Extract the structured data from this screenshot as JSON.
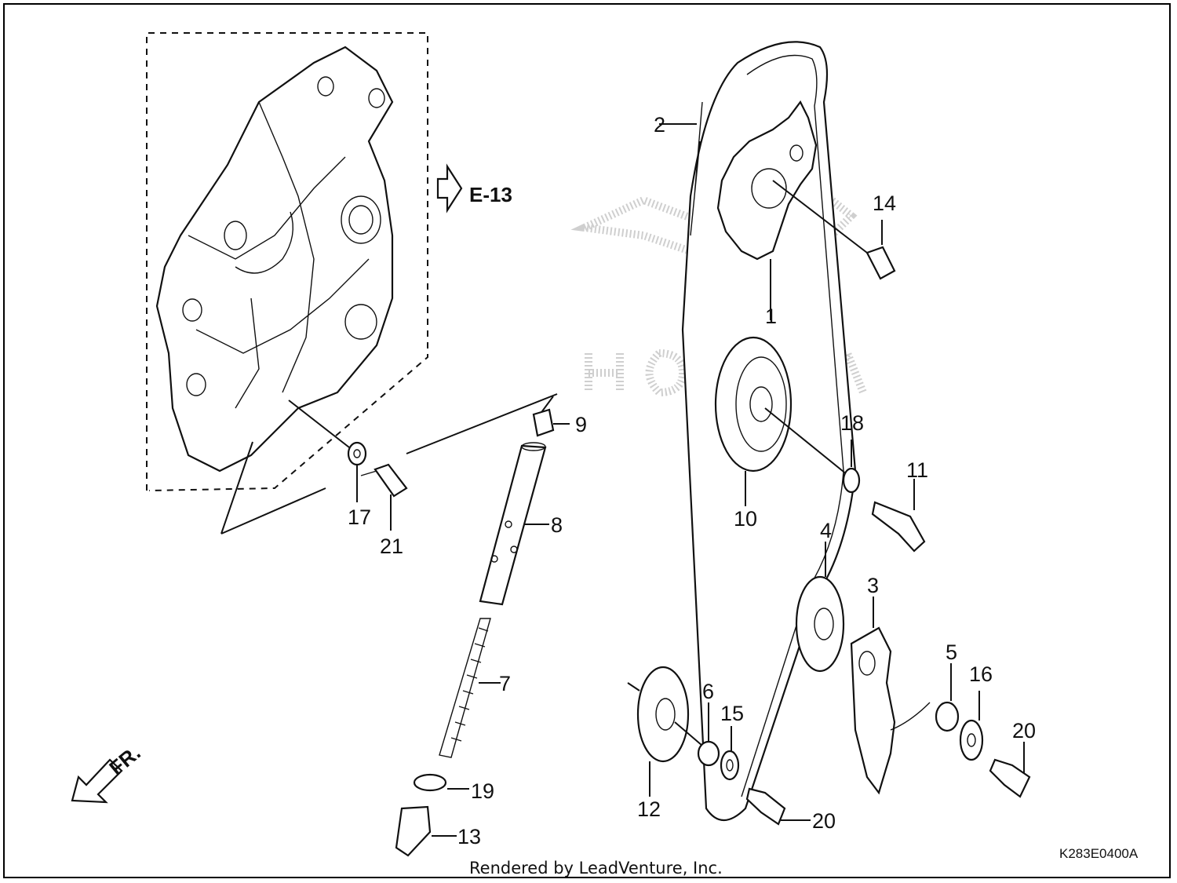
{
  "diagram": {
    "callouts": [
      {
        "id": "c1",
        "text": "1"
      },
      {
        "id": "c2",
        "text": "2"
      },
      {
        "id": "c3",
        "text": "3"
      },
      {
        "id": "c4",
        "text": "4"
      },
      {
        "id": "c5",
        "text": "5"
      },
      {
        "id": "c6",
        "text": "6"
      },
      {
        "id": "c7",
        "text": "7"
      },
      {
        "id": "c8",
        "text": "8"
      },
      {
        "id": "c9",
        "text": "9"
      },
      {
        "id": "c10",
        "text": "10"
      },
      {
        "id": "c11",
        "text": "11"
      },
      {
        "id": "c12",
        "text": "12"
      },
      {
        "id": "c13",
        "text": "13"
      },
      {
        "id": "c14",
        "text": "14"
      },
      {
        "id": "c15",
        "text": "15"
      },
      {
        "id": "c16",
        "text": "16"
      },
      {
        "id": "c17",
        "text": "17"
      },
      {
        "id": "c18",
        "text": "18"
      },
      {
        "id": "c19",
        "text": "19"
      },
      {
        "id": "c20a",
        "text": "20"
      },
      {
        "id": "c20b",
        "text": "20"
      },
      {
        "id": "c21",
        "text": "21"
      }
    ],
    "reference": "E-13",
    "direction": "FR.",
    "diagram_code": "K283E0400A",
    "credit": "Rendered by LeadVenture, Inc."
  }
}
